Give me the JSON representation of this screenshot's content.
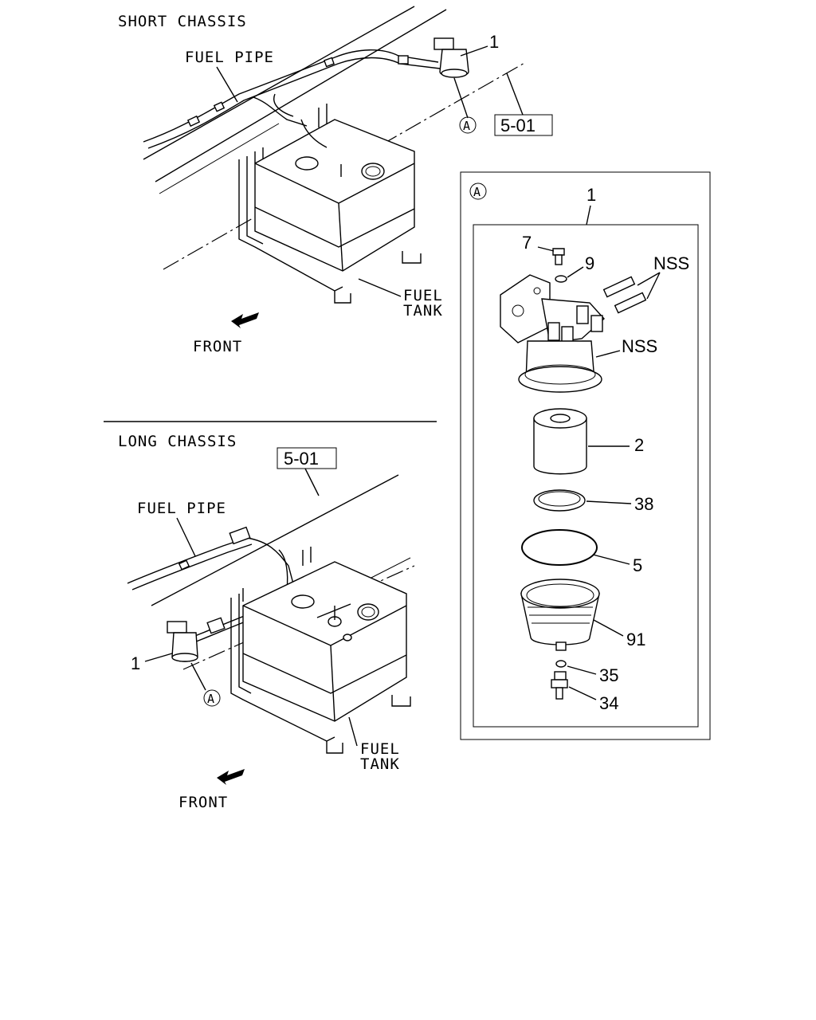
{
  "short_chassis": {
    "title": "SHORT CHASSIS",
    "fuel_pipe": "FUEL PIPE",
    "fuel_tank_line1": "FUEL",
    "fuel_tank_line2": "TANK",
    "front": "FRONT",
    "filter_callout": "1",
    "detail_ref": "A",
    "section_ref": "5-01"
  },
  "long_chassis": {
    "title": "LONG CHASSIS",
    "fuel_pipe": "FUEL PIPE",
    "fuel_tank_line1": "FUEL",
    "fuel_tank_line2": "TANK",
    "front": "FRONT",
    "filter_callout": "1",
    "detail_ref": "A",
    "section_ref": "5-01"
  },
  "detail": {
    "ref": "A",
    "assembly_no": "1",
    "parts": [
      {
        "no": "7"
      },
      {
        "no": "9"
      },
      {
        "no": "NSS"
      },
      {
        "no": "NSS"
      },
      {
        "no": "2"
      },
      {
        "no": "38"
      },
      {
        "no": "5"
      },
      {
        "no": "91"
      },
      {
        "no": "35"
      },
      {
        "no": "34"
      }
    ]
  }
}
